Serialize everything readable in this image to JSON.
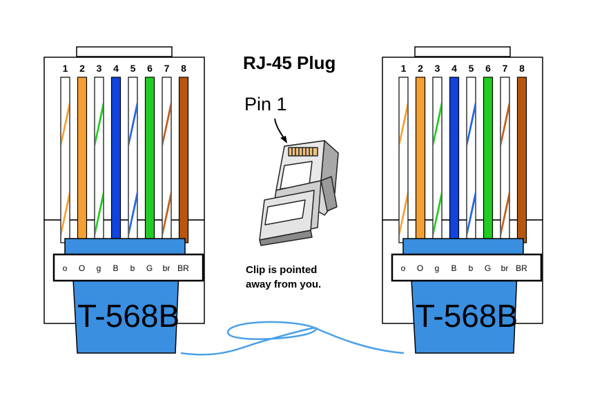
{
  "title": "RJ-45 Plug",
  "pin1_label": "Pin 1",
  "note_lines": [
    "Clip is pointed",
    "away from you."
  ],
  "standard": "T-568B",
  "pins": [
    "1",
    "2",
    "3",
    "4",
    "5",
    "6",
    "7",
    "8"
  ],
  "codes": [
    "o",
    "O",
    "g",
    "B",
    "b",
    "G",
    "br",
    "BR"
  ],
  "wires": [
    {
      "base": "#ffffff",
      "stripe": "#f5a033"
    },
    {
      "base": "#f5a033",
      "stripe": null
    },
    {
      "base": "#ffffff",
      "stripe": "#22cc22"
    },
    {
      "base": "#1144dd",
      "stripe": null
    },
    {
      "base": "#ffffff",
      "stripe": "#2266ee"
    },
    {
      "base": "#22cc22",
      "stripe": null
    },
    {
      "base": "#ffffff",
      "stripe": "#c0601a"
    },
    {
      "base": "#b8560f",
      "stripe": null
    }
  ],
  "colors": {
    "boot": "#3a8fe0",
    "cable": "#4aa0e8"
  },
  "icons": [
    "rj45-plug-icon",
    "pointer-arrow-icon"
  ]
}
